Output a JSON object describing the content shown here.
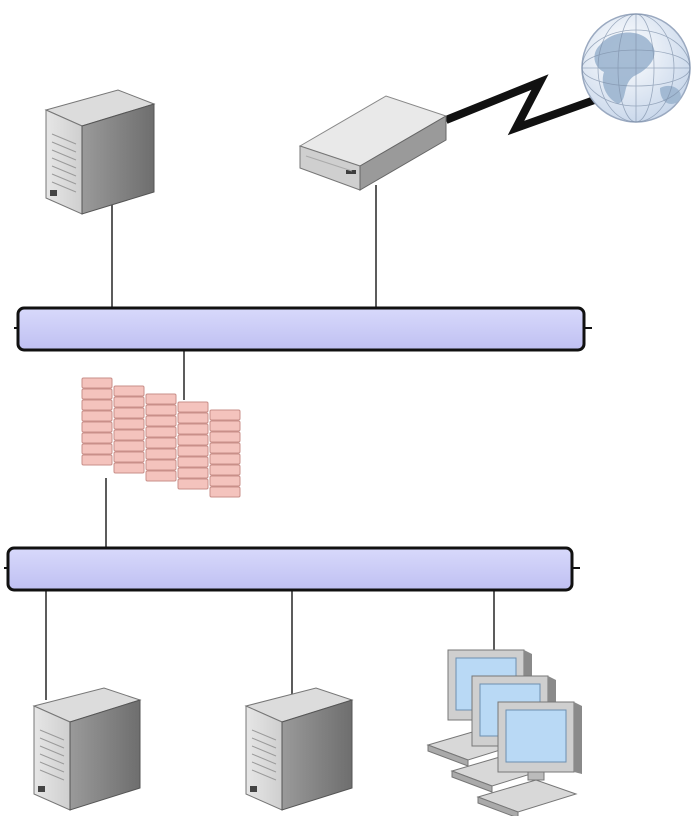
{
  "diagram": {
    "components": [
      {
        "id": "internet",
        "icon": "globe-icon"
      },
      {
        "id": "wan-link",
        "icon": "lightning-link-icon"
      },
      {
        "id": "router",
        "icon": "rack-router-icon"
      },
      {
        "id": "dmz-server",
        "icon": "tower-server-icon"
      },
      {
        "id": "external-network",
        "icon": "network-segment-icon"
      },
      {
        "id": "firewall",
        "icon": "brick-firewall-icon"
      },
      {
        "id": "internal-network",
        "icon": "network-segment-icon"
      },
      {
        "id": "internal-server-1",
        "icon": "tower-server-icon"
      },
      {
        "id": "internal-server-2",
        "icon": "tower-server-icon"
      },
      {
        "id": "workstations",
        "icon": "workstations-icon"
      }
    ],
    "connections": [
      [
        "internet",
        "router"
      ],
      [
        "router",
        "external-network"
      ],
      [
        "dmz-server",
        "external-network"
      ],
      [
        "external-network",
        "firewall"
      ],
      [
        "firewall",
        "internal-network"
      ],
      [
        "internal-network",
        "internal-server-1"
      ],
      [
        "internal-network",
        "internal-server-2"
      ],
      [
        "internal-network",
        "workstations"
      ]
    ],
    "colors": {
      "network_bus": "#cccdf7",
      "bus_outline": "#111111",
      "firewall_brick": "#f4c3bd",
      "firewall_mortar": "#c98f89",
      "server_front": "#f0f0f0",
      "server_side": "#8a8a8a",
      "globe_ocean": "#d9e6f5",
      "globe_land": "#9cb5cf"
    }
  }
}
